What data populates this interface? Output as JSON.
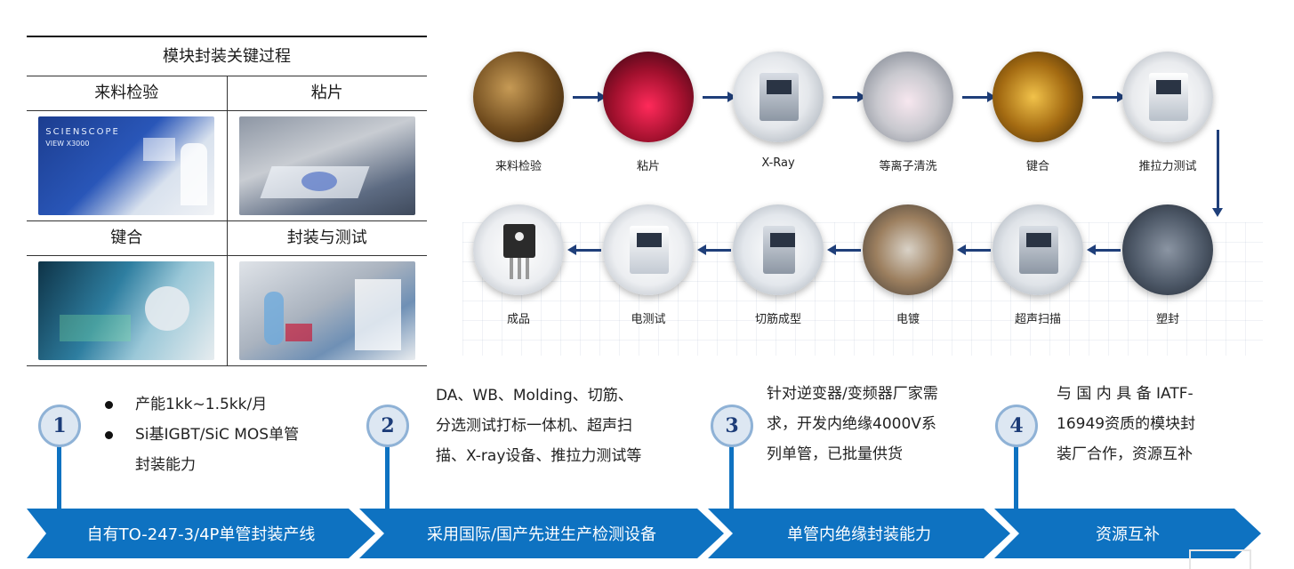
{
  "table": {
    "title": "模块封装关键过程",
    "cells": [
      {
        "label": "来料检验",
        "photo_tag": "SCIENSCOPE",
        "photo_tag2": "VIEW X3000"
      },
      {
        "label": "粘片"
      },
      {
        "label": "键合"
      },
      {
        "label": "封装与测试"
      }
    ]
  },
  "flow": {
    "steps": [
      {
        "label": "来料检验"
      },
      {
        "label": "粘片"
      },
      {
        "label": "X-Ray"
      },
      {
        "label": "等离子清洗"
      },
      {
        "label": "键合"
      },
      {
        "label": "推拉力测试"
      },
      {
        "label": "塑封"
      },
      {
        "label": "超声扫描"
      },
      {
        "label": "电镀"
      },
      {
        "label": "切筋成型"
      },
      {
        "label": "电测试"
      },
      {
        "label": "成品"
      }
    ]
  },
  "features": [
    {
      "number": "1",
      "bullets": [
        {
          "line1": "产能1kk~1.5kk/月",
          "line2": ""
        },
        {
          "line1": "Si基IGBT/SiC MOS单管",
          "line2": "封装能力"
        }
      ],
      "band": "自有TO-247-3/4P单管封装产线"
    },
    {
      "number": "2",
      "lines": [
        "DA、WB、Molding、切筋、",
        "分选测试打标一体机、超声扫",
        "描、X-ray设备、推拉力测试等"
      ],
      "band": "采用国际/国产先进生产检测设备"
    },
    {
      "number": "3",
      "lines": [
        "针对逆变器/变频器厂家需",
        "求，开发内绝缘4000V系",
        "列单管，已批量供货"
      ],
      "band": "单管内绝缘封装能力"
    },
    {
      "number": "4",
      "lines": [
        "与 国 内 具 备 IATF-",
        "16949资质的模块封",
        "装厂合作，资源互补"
      ],
      "band": "资源互补"
    }
  ],
  "colors": {
    "band": "#0e72c1",
    "band_dark": "#0a5fa3",
    "arrow": "#1f3f7a",
    "circle_border": "#8fb2d6",
    "circle_fill": "#dde7f2",
    "number_text": "#1c3c78"
  }
}
